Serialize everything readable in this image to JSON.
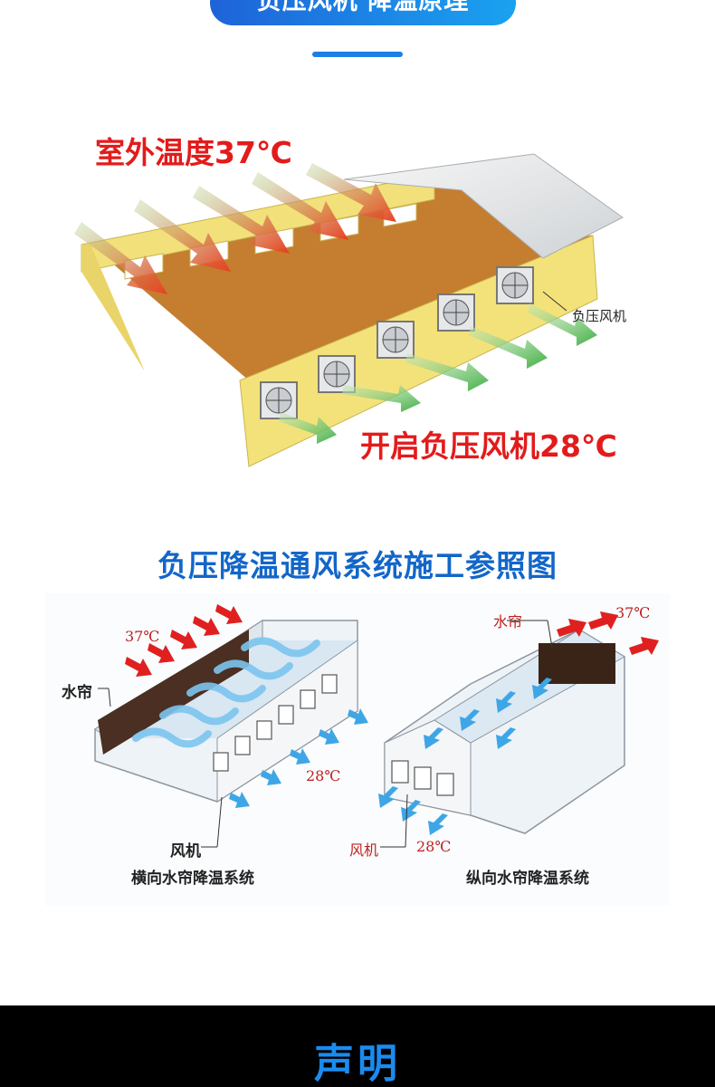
{
  "header": {
    "title": "负压风机 降温原理"
  },
  "diagram1": {
    "outdoor_temp_label": "室外温度37℃",
    "fan_label": "负压风机",
    "open_fan_label": "开启负压风机28℃"
  },
  "section2": {
    "title": "负压降温通风系统施工参照图"
  },
  "diagram2": {
    "left": {
      "temp_in": "37℃",
      "curtain_label": "水帘",
      "temp_out": "28℃",
      "fan_label": "风机",
      "caption": "横向水帘降温系统"
    },
    "right": {
      "curtain_label": "水帘",
      "temp_in": "37℃",
      "fan_label": "风机",
      "temp_out": "28℃",
      "caption": "纵向水帘降温系统"
    }
  },
  "footer": {
    "title": "声明"
  },
  "colors": {
    "accent_blue": "#1d7fe6",
    "red": "#e31b1b",
    "barn_wall": "#f3e27a",
    "barn_floor": "#c47a2e",
    "arrow_green": "#56b24a",
    "arrow_blue": "#3aa6e8"
  }
}
